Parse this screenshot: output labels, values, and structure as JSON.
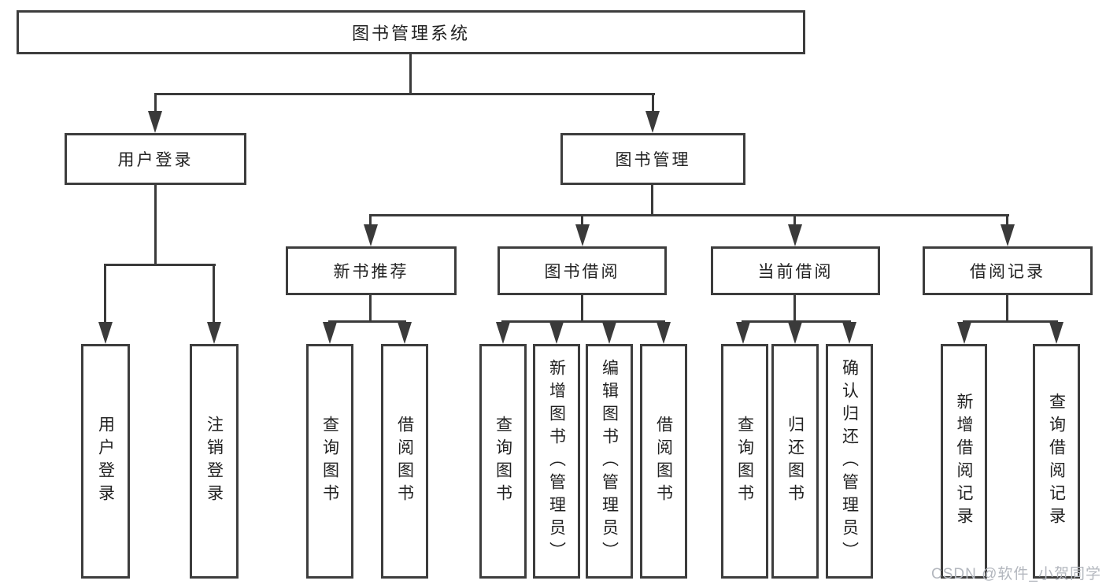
{
  "colors": {
    "background": "#ffffff",
    "box_border": "#3d3d3d",
    "connector_line": "#3a3a3a",
    "text": "#222222",
    "watermark": "#b3b7be"
  },
  "tree": {
    "root": {
      "label": "图书管理系统",
      "children": [
        {
          "label": "用户登录",
          "children": [
            {
              "label": "用户登录"
            },
            {
              "label": "注销登录"
            }
          ]
        },
        {
          "label": "图书管理",
          "children": [
            {
              "label": "新书推荐",
              "children": [
                {
                  "label": "查询图书"
                },
                {
                  "label": "借阅图书"
                }
              ]
            },
            {
              "label": "图书借阅",
              "children": [
                {
                  "label": "查询图书"
                },
                {
                  "label": "新增图书（管理员）"
                },
                {
                  "label": "编辑图书（管理员）"
                },
                {
                  "label": "借阅图书"
                }
              ]
            },
            {
              "label": "当前借阅",
              "children": [
                {
                  "label": "查询图书"
                },
                {
                  "label": "归还图书"
                },
                {
                  "label": "确认归还（管理员）"
                }
              ]
            },
            {
              "label": "借阅记录",
              "children": [
                {
                  "label": "新增借阅记录"
                },
                {
                  "label": "查询借阅记录"
                }
              ]
            }
          ]
        }
      ]
    }
  },
  "watermark": {
    "text": "CSDN @软件_小贺同学"
  }
}
